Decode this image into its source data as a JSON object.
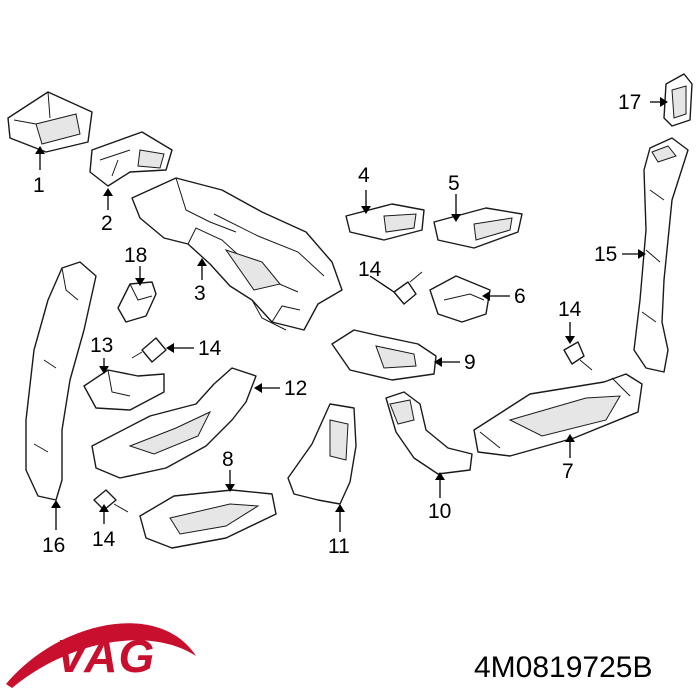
{
  "callouts": [
    "1",
    "2",
    "3",
    "4",
    "5",
    "6",
    "7",
    "8",
    "9",
    "10",
    "11",
    "12",
    "13",
    "14",
    "14",
    "14",
    "14",
    "15",
    "16",
    "17",
    "18"
  ],
  "brand": {
    "text": "VAG",
    "color": "#c8102e"
  },
  "part_number": "4M0819725B"
}
